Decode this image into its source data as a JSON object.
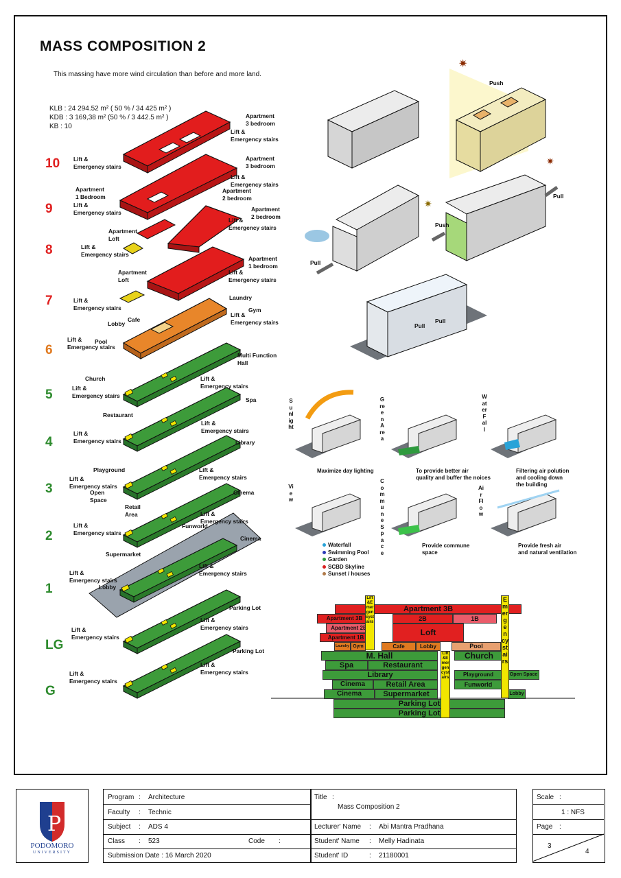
{
  "title": "MASS COMPOSITION  2",
  "intro": "This massing have more wind circulation than before and more land.",
  "stats": {
    "klb": "KLB   : 24 294.52 m² ( 50 % / 34 425 m² )",
    "kdb": "KDB   : 3 169,38 m² (50 % / 3 442.5 m² )",
    "kb": "KB     : 10"
  },
  "levels": [
    "10",
    "9",
    "8",
    "7",
    "6",
    "5",
    "4",
    "3",
    "2",
    "1",
    "LG",
    "G"
  ],
  "level_colors": {
    "upper": "#e02020",
    "mid": "#e07a20",
    "lower": "#2e8b2e"
  },
  "labels": {
    "apt3a": "Apartment\n3 bedroom",
    "lift1": "Lift &\nEmergency stairs",
    "lift10": "Lift &\nEmergency stairs",
    "apt3b": "Apartment\n3 bedroom",
    "lift2": "Lift &\nEmergency stairs",
    "apt1a": "Apartment\n1 Bedroom",
    "apt2a": "Apartment\n2 bedroom",
    "lift9": "Lift &\nEmergency stairs",
    "apt2b": "Apartment\n2 bedroom",
    "lift3": "Lift &\nEmergency stairs",
    "loft1": "Apartment\nLoft",
    "lift8": "Lift &\nEmergency stairs",
    "apt1b": "Apartment\n1 bedroom",
    "loft2": "Apartment\nLoft",
    "lift4": "Lift &\nEmergency stairs",
    "laundry": "Laundry",
    "lift7": "Lift &\nEmergency stairs",
    "gym": "Gym",
    "cafe": "Cafe",
    "lift5": "Lift &\nEmergency stairs",
    "lobby": "Lobby",
    "lift6": "Lift &\nEmergency stairs",
    "pool": "Pool",
    "mfh": "Multi Function\nHall",
    "church": "Church",
    "lift5b": "Lift &\nEmergency stairs",
    "lift5c": "Lift &\nEmergency stairs",
    "spa": "Spa",
    "restaurant": "Restaurant",
    "lift4b": "Lift &\nEmergency stairs",
    "lift4c": "Lift &\nEmergency stairs",
    "library": "Library",
    "playground": "Playground",
    "lift3b": "Lift &\nEmergency stairs",
    "lift3c": "Lift &\nEmergency stairs",
    "openspace": "Open\nSpace",
    "cinema2": "Cinema",
    "retail": "Retail\nArea",
    "lift2b": "Lift &\nEmergency stairs",
    "lift2c": "Lift &\nEmergency stairs",
    "funworld": "Funworld",
    "cinema1": "Cinema",
    "supermarket": "Supermarket",
    "lift1b": "Lift &\nEmergency stairs",
    "lift1c": "Lift &\nEmergency stairs",
    "lobby1": "Lobby",
    "parking1": "Parking Lot",
    "liftlg": "Lift &\nEmergency stairs",
    "liftlg2": "Lift &\nEmergency stairs",
    "parking2": "Parking Lot",
    "liftg": "Lift &\nEmergency stairs",
    "liftg2": "Lift &\nEmergency stairs"
  },
  "diagram": {
    "push": "Push",
    "pull": "Pull",
    "push2": "Push",
    "pull2": "Pull",
    "pull3": "Pull",
    "pull4": "Pull",
    "pull5": "Pull"
  },
  "strategies": {
    "sunlight": "Sunlight",
    "green": "Green\nArea",
    "water": "Water\nFall",
    "view": "View",
    "commune": "Commune\nSpace",
    "airflow": "Air\nFlow",
    "cap_sun": "Maximize day lighting",
    "cap_green": "To provide better air\nquality and buffer the noices",
    "cap_water": "Filtering air polution\nand cooling down\nthe building",
    "cap_commune": "Provide commune\nspace",
    "cap_air": "Provide fresh air\nand natural ventilation"
  },
  "legend": [
    {
      "color": "#29a3d8",
      "label": "Waterfall"
    },
    {
      "color": "#2b3bb8",
      "label": "Swimming Pool"
    },
    {
      "color": "#2e9a3e",
      "label": "Garden"
    },
    {
      "color": "#d92020",
      "label": "SCBD Skyline"
    },
    {
      "color": "#b07a4a",
      "label": "Sunset / houses"
    }
  ],
  "section": {
    "apt3b_top": "Apartment 3B",
    "apt3b": "Apartment 3B",
    "n2b": "2B",
    "n1b": "1B",
    "apt2b": "Apartment 2B",
    "loft": "Loft",
    "apt1b": "Apartment 1B",
    "laundry": "Laundry",
    "gym": "Gym",
    "cafe": "Cafe",
    "lobby": "Lobby",
    "pool": "Pool",
    "mhall": "M. Hall",
    "church": "Church",
    "spa": "Spa",
    "restaurant": "Restaurant",
    "library": "Library",
    "playground": "Playground",
    "openspace": "Open Space",
    "cinema2": "Cinema",
    "retail": "Retail Area",
    "funworld": "Funworld",
    "cinema1": "Cinema",
    "supermarket": "Supermarket",
    "lobby2": "Lobby",
    "parking1": "Parking Lot",
    "parking2": "Parking Lot",
    "core1": "Lift&Emergencystairs",
    "core2": "Lift&Emergencystairs",
    "core3": "Emergencystairs"
  },
  "titleblock": {
    "logo_text": "PODOMORO",
    "logo_sub": "UNIVERSITY",
    "program_k": "Program",
    "program_v": "Architecture",
    "faculty_k": "Faculty",
    "faculty_v": "Technic",
    "subject_k": "Subject",
    "subject_v": "ADS 4",
    "class_k": "Class",
    "class_v": "523",
    "code_k": "Code",
    "submission": "Submission Date : 16 March 2020",
    "title_k": "Title",
    "title_v": "Mass Composition 2",
    "lecturer_k": "Lecturer' Name",
    "lecturer_v": "Abi Mantra Pradhana",
    "student_k": "Student' Name",
    "student_v": "Melly Hadinata",
    "sid_k": "Student' ID",
    "sid_v": "21180001",
    "scale_k": "Scale",
    "scale_v": "1 : NFS",
    "page_k": "Page",
    "page_v": "3",
    "page_total": "4"
  }
}
